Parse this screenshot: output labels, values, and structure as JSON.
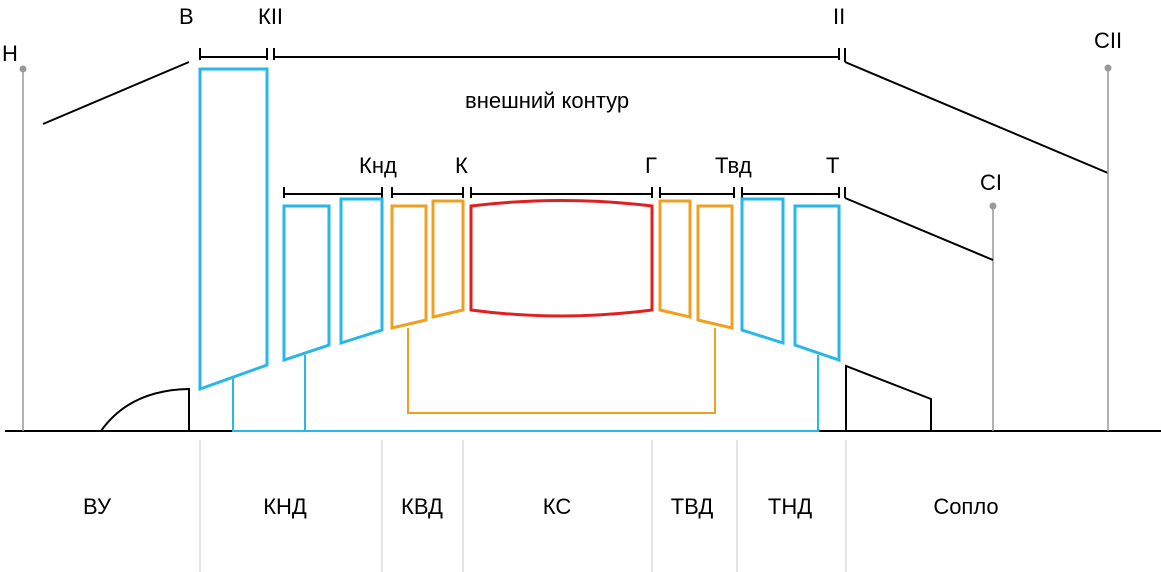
{
  "station_labels": {
    "H": "Н",
    "B": "В",
    "KII": "КII",
    "II": "II",
    "CII": "СII",
    "CI": "СI",
    "Knd": "Кнд",
    "K": "К",
    "G": "Г",
    "Tvd": "Твд",
    "T": "Т"
  },
  "bypass_label": "внешний контур",
  "sections": [
    "ВУ",
    "КНД",
    "КВД",
    "КС",
    "ТВД",
    "ТНД",
    "Сопло"
  ],
  "colors": {
    "lpc_lpt": "#29b6e8",
    "hpc_hpt": "#f0a020",
    "combustor": "#e02020",
    "outline": "#000000",
    "divider": "#c8c8c8",
    "probe": "#999999"
  }
}
